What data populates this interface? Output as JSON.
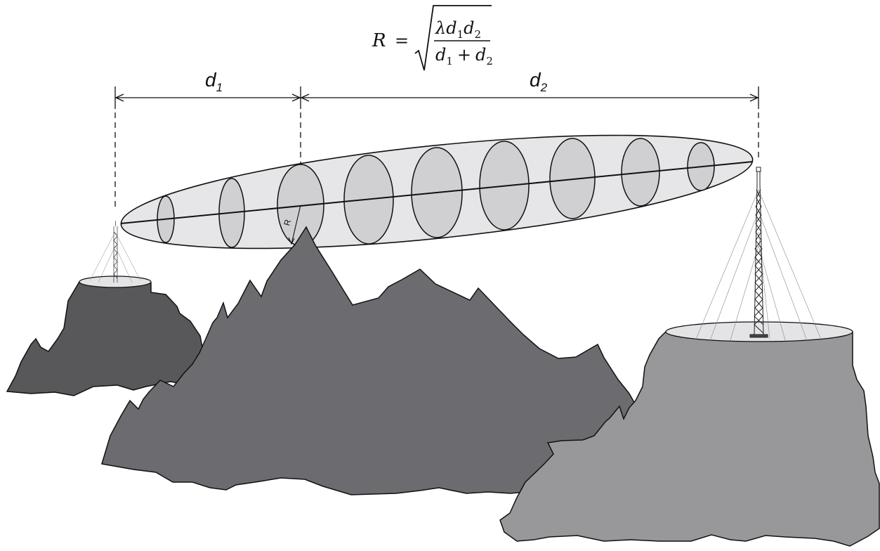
{
  "formula": {
    "lhs": "R",
    "equals": "=",
    "numerator": {
      "lambda": "λ",
      "d": "d",
      "sub1": "1",
      "sub2": "2"
    },
    "denominator": {
      "d": "d",
      "sub1": "1",
      "plus": "+",
      "sub2": "2"
    }
  },
  "dimensions": {
    "d1": {
      "base": "d",
      "sub": "1"
    },
    "d2": {
      "base": "d",
      "sub": "2"
    }
  },
  "radius_label": "R",
  "colors": {
    "ellipsoid_fill": "#e6e6e8",
    "ring_fill": "#d0d0d2",
    "left_hill": "#58585a",
    "center_mountain": "#6c6c70",
    "right_plateau": "#98989a",
    "plateau_top": "#e4e4e6",
    "line": "#111111"
  },
  "icons": {
    "left_tower": "lattice-tower-icon",
    "right_tower": "lattice-tower-icon"
  }
}
